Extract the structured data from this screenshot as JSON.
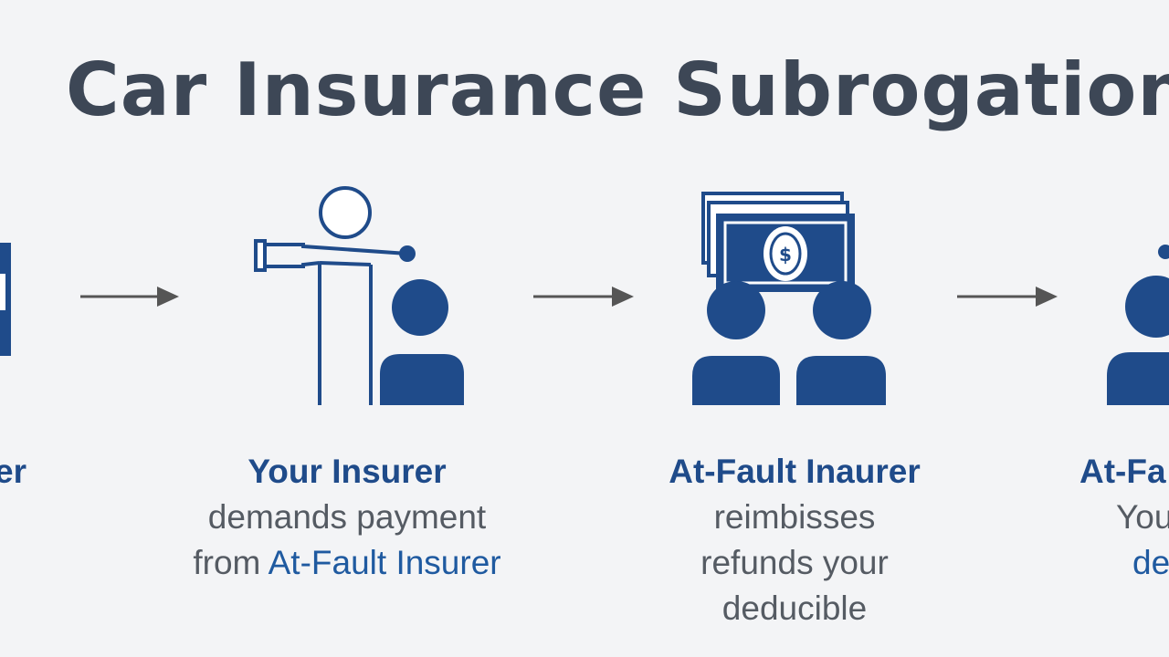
{
  "title": "Car Insurance Subrogation",
  "colors": {
    "primary": "#1f4b8a",
    "text": "#555b63",
    "title": "#3d4756",
    "arrow": "#555555"
  },
  "steps": [
    {
      "icon": "document-icon",
      "heading": "er"
    },
    {
      "icon": "person-pointing-icon",
      "heading": "Your Insurer",
      "line1": "demands payment",
      "line2_prefix": "from ",
      "line2_accent": "At-Fault Insurer"
    },
    {
      "icon": "money-two-people-icon",
      "heading": "At-Fault Inaurer",
      "line1": "reimbisses",
      "line2": "refunds your",
      "line3": "deducible"
    },
    {
      "icon": "person-icon",
      "heading": "At-Fa",
      "line1": "You",
      "line2": "de"
    }
  ]
}
